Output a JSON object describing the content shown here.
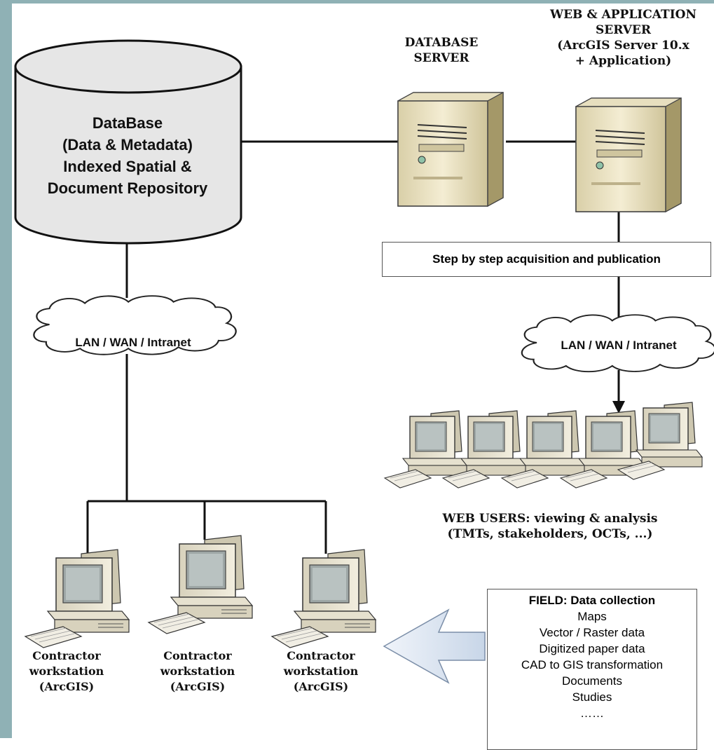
{
  "database": {
    "lines": [
      "DataBase",
      "(Data & Metadata)",
      "Indexed Spatial &",
      "Document Repository"
    ]
  },
  "database_server": {
    "lines": [
      "DATABASE",
      "SERVER"
    ]
  },
  "web_app_server": {
    "lines": [
      "WEB & APPLICATION",
      "SERVER",
      "(ArcGIS Server 10.x",
      "+ Application)"
    ]
  },
  "step_box": {
    "label": "Step by step acquisition and publication"
  },
  "cloud_left": {
    "label": "LAN / WAN / Intranet"
  },
  "cloud_right": {
    "label": "LAN / WAN / Intranet"
  },
  "web_users": {
    "lines": [
      "WEB USERS: viewing & analysis",
      "(TMTs, stakeholders, OCTs, ...)"
    ]
  },
  "contractors": [
    {
      "lines": [
        "Contractor",
        "workstation",
        "(ArcGIS)"
      ]
    },
    {
      "lines": [
        "Contractor",
        "workstation",
        "(ArcGIS)"
      ]
    },
    {
      "lines": [
        "Contractor",
        "workstation",
        "(ArcGIS)"
      ]
    }
  ],
  "field": {
    "title": "FIELD: Data collection",
    "items": [
      "Maps",
      "Vector / Raster data",
      "Digitized paper data",
      "CAD to GIS transformation",
      "Documents",
      "Studies",
      "……"
    ]
  },
  "colors": {
    "stripe": "#8fb1b5",
    "server_beige": "#efe6c8",
    "monitor_beige": "#e9e4d2",
    "screen": "#9ea7a6"
  },
  "icons": [
    "database-cylinder-icon",
    "server-tower-icon",
    "cloud-icon",
    "computer-workstation-icon",
    "arrow-left-icon"
  ]
}
